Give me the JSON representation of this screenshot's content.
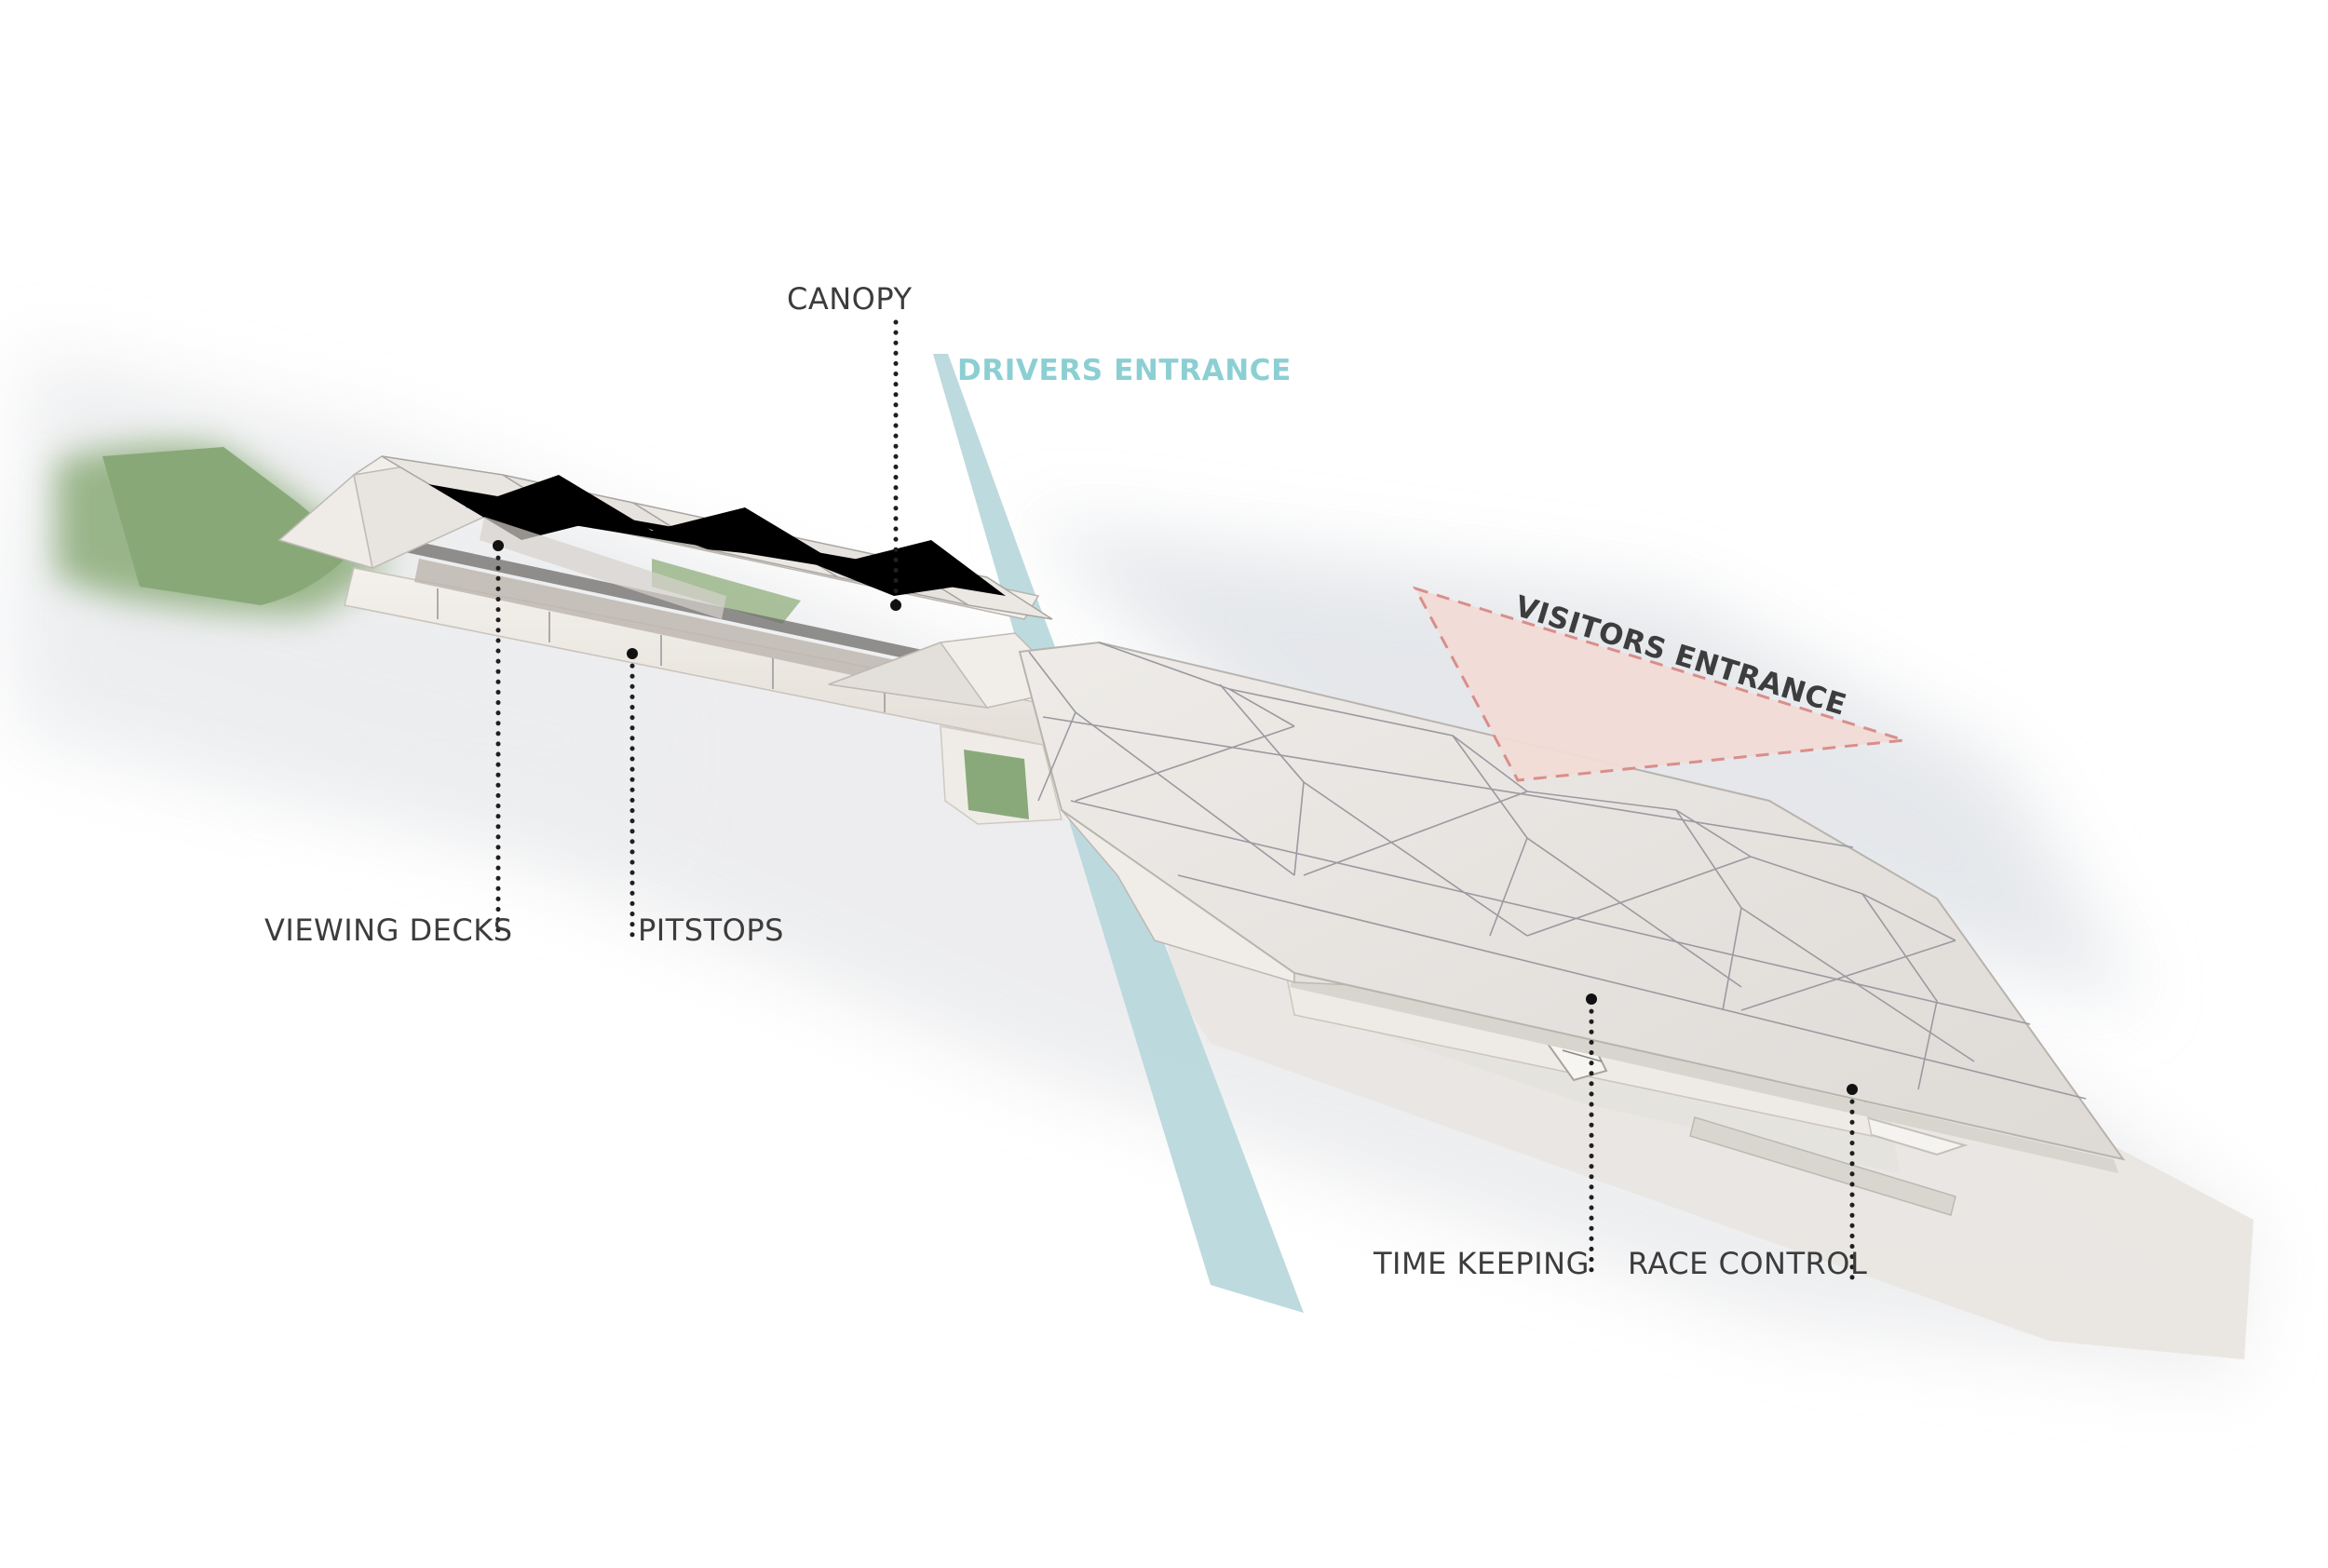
{
  "labels": {
    "canopy": "CANOPY",
    "drivers_entrance": "DRIVERS ENTRANCE",
    "visitors_entrance": "VISITORS ENTRANCE",
    "viewing_decks": "VIEWING DECKS",
    "pitstops": "PITSTOPS",
    "time_keeping": "TIME KEEPING",
    "race_control": "RACE CONTROL"
  },
  "colors": {
    "drivers_accent": "#8ccfd3",
    "drivers_path": "#b9d8dc",
    "visitors_fill": "#f2dcd6",
    "visitors_outline": "#d98a86",
    "grass": "#8fae7e",
    "roof": "#e6e3e0",
    "leader": "#1f1f1f"
  }
}
